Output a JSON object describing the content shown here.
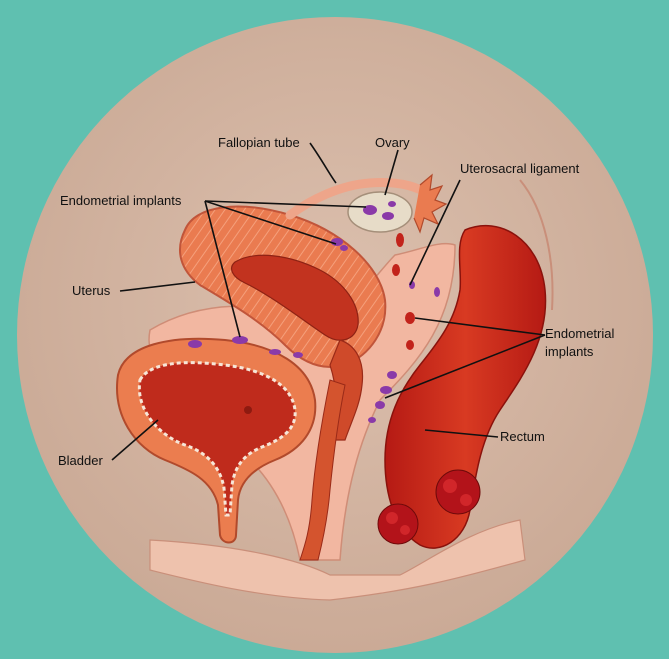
{
  "labels": {
    "fallopian_tube": "Fallopian tube",
    "ovary": "Ovary",
    "uterosacral_ligament": "Uterosacral ligament",
    "endometrial_implants_top": "Endometrial implants",
    "uterus": "Uterus",
    "endometrial_implants_right_line1": "Endometrial",
    "endometrial_implants_right_line2": "implants",
    "bladder": "Bladder",
    "rectum": "Rectum"
  },
  "colors": {
    "frame_background": "#5fc0b0",
    "disc_background": "#d7b8a6",
    "tissue_pink": "#f2b7a1",
    "uterus_orange": "#ea7b50",
    "deep_red": "#c8231b",
    "implant_purple": "#8a3aa8"
  }
}
